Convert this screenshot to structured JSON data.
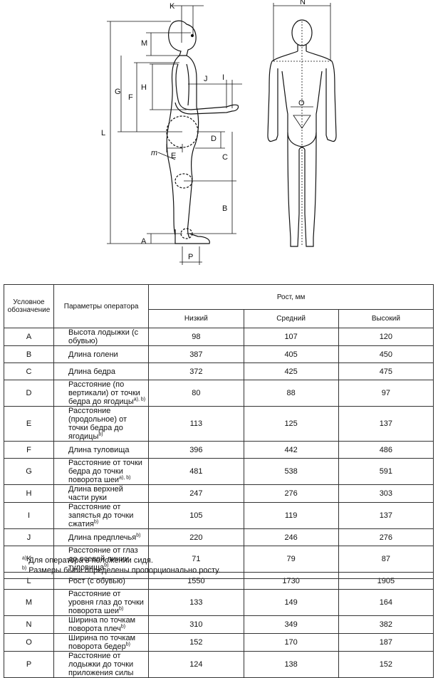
{
  "figure": {
    "labels": {
      "k": "K",
      "m": "M",
      "g": "G",
      "h": "H",
      "f": "F",
      "l": "L",
      "j": "J",
      "i": "I",
      "d": "D",
      "e": "E",
      "c": "C",
      "b": "B",
      "a": "A",
      "p": "P",
      "n": "N",
      "o": "O",
      "m_small": "m"
    }
  },
  "table": {
    "header": {
      "code": "Условное обозначение",
      "param": "Параметры оператора",
      "height_group": "Рост, мм",
      "low": "Низкий",
      "mid": "Средний",
      "high": "Высокий"
    },
    "rows": [
      {
        "code": "A",
        "param": "Высота лодыжки (с обувью)",
        "sup": "",
        "low": "98",
        "mid": "107",
        "high": "120"
      },
      {
        "code": "B",
        "param": "Длина голени",
        "sup": "",
        "low": "387",
        "mid": "405",
        "high": "450"
      },
      {
        "code": "C",
        "param": "Длина бедра",
        "sup": "",
        "low": "372",
        "mid": "425",
        "high": "475"
      },
      {
        "code": "D",
        "param": "Расстояние (по вертикали) от точки бедра до ягодицы",
        "sup": "а), b)",
        "low": "80",
        "mid": "88",
        "high": "97"
      },
      {
        "code": "E",
        "param": "Расстояние (продольное) от точки бедра до ягодицы",
        "sup": "b)",
        "low": "113",
        "mid": "125",
        "high": "137"
      },
      {
        "code": "F",
        "param": "Длина туловища",
        "sup": "",
        "low": "396",
        "mid": "442",
        "high": "486"
      },
      {
        "code": "G",
        "param": "Расстояние от точки бедра до точки поворота шеи",
        "sup": "а), b)",
        "low": "481",
        "mid": "538",
        "high": "591"
      },
      {
        "code": "H",
        "param": "Длина верхней части руки",
        "sup": "",
        "low": "247",
        "mid": "276",
        "high": "303"
      },
      {
        "code": "I",
        "param": "Расстояние от запястья до точки сжатия",
        "sup": "b)",
        "low": "105",
        "mid": "119",
        "high": "137"
      },
      {
        "code": "J",
        "param": "Длина предплечья",
        "sup": "b)",
        "low": "220",
        "mid": "246",
        "high": "276"
      },
      {
        "code": "K",
        "param": "Расстояние от глаз до осевой линии туловища",
        "sup": "b)",
        "low": "71",
        "mid": "79",
        "high": "87"
      },
      {
        "code": "L",
        "param": "Рост (с обувью)",
        "sup": "",
        "low": "1550",
        "mid": "1730",
        "high": "1905"
      },
      {
        "code": "M",
        "param": "Расстояние от уровня глаз до точки поворота шеи",
        "sup": "b)",
        "low": "133",
        "mid": "149",
        "high": "164"
      },
      {
        "code": "N",
        "param": "Ширина по точкам поворота плеч",
        "sup": "b)",
        "low": "310",
        "mid": "349",
        "high": "382"
      },
      {
        "code": "O",
        "param": "Ширина по точкам поворота бедер",
        "sup": "b)",
        "low": "152",
        "mid": "170",
        "high": "187"
      },
      {
        "code": "P",
        "param": "Расстояние от лодыжки до точки приложения силы",
        "sup": "",
        "low": "124",
        "mid": "138",
        "high": "152"
      }
    ]
  },
  "footnotes": {
    "a_mark": "а)",
    "a_text": "Для оператора в положении сидя.",
    "b_mark": "b)",
    "b_text": "Размеры были определены пропорционально росту."
  }
}
